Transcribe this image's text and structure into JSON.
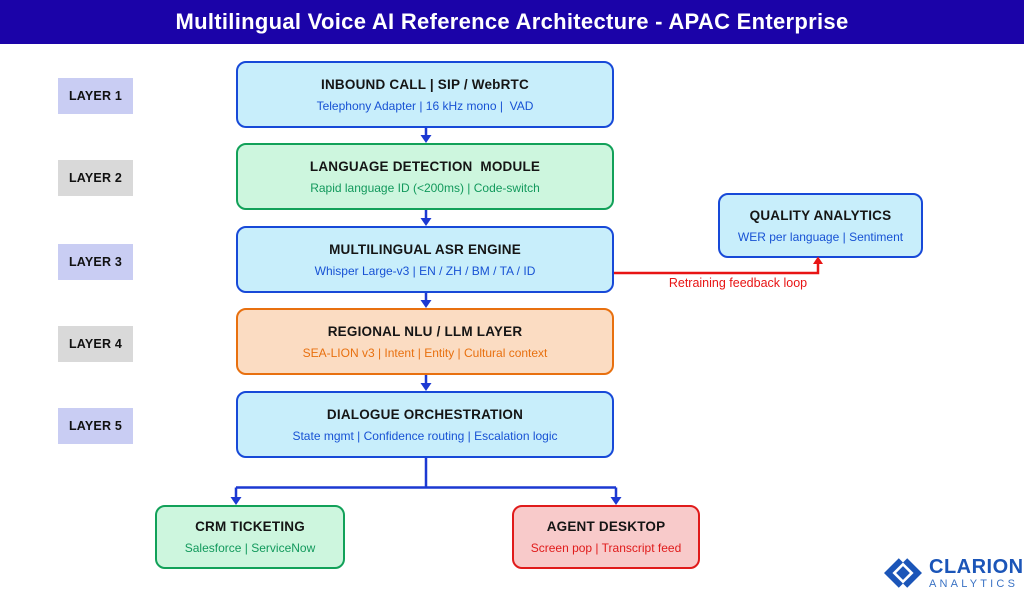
{
  "header": {
    "title": "Multilingual Voice AI Reference Architecture - APAC Enterprise"
  },
  "layers": [
    {
      "label": "LAYER 1"
    },
    {
      "label": "LAYER 2"
    },
    {
      "label": "LAYER 3"
    },
    {
      "label": "LAYER 4"
    },
    {
      "label": "LAYER 5"
    }
  ],
  "pipeline": [
    {
      "title": "INBOUND CALL | SIP / WebRTC",
      "subtitle": "Telephony Adapter | 16 kHz mono |  VAD",
      "color": "blue"
    },
    {
      "title": "LANGUAGE DETECTION  MODULE",
      "subtitle": "Rapid language ID (<200ms) | Code-switch",
      "color": "green"
    },
    {
      "title": "MULTILINGUAL ASR ENGINE",
      "subtitle": "Whisper Large-v3 | EN / ZH / BM / TA / ID",
      "color": "blue"
    },
    {
      "title": "REGIONAL NLU / LLM LAYER",
      "subtitle": "SEA-LION v3 | Intent | Entity | Cultural context",
      "color": "orange"
    },
    {
      "title": "DIALOGUE ORCHESTRATION",
      "subtitle": "State mgmt | Confidence routing | Escalation logic",
      "color": "blue"
    }
  ],
  "quality": {
    "title": "QUALITY ANALYTICS",
    "subtitle": "WER per language | Sentiment"
  },
  "feedback": {
    "label": "Retraining feedback loop"
  },
  "outputs": [
    {
      "title": "CRM TICKETING",
      "subtitle": "Salesforce | ServiceNow",
      "color": "green"
    },
    {
      "title": "AGENT DESKTOP",
      "subtitle": "Screen pop | Transcript feed",
      "color": "red"
    }
  ],
  "logo": {
    "name": "CLARION",
    "sub": "ANALYTICS"
  },
  "colors": {
    "header_bg": "#1b03a8",
    "blue_fill": "#c8eefb",
    "blue_border": "#1749d8",
    "blue_text": "#1752d4",
    "green_fill": "#cdf6de",
    "green_border": "#12a159",
    "green_text": "#12995c",
    "orange_fill": "#fbdcc2",
    "orange_border": "#e8700f",
    "orange_text": "#e8700f",
    "red_fill": "#f8caca",
    "red_border": "#e01b1b",
    "red_text": "#e01b1b",
    "label_lavender": "#c9cdf3",
    "label_gray": "#d9d9d9",
    "arrow_blue": "#1c39d2",
    "arrow_red": "#e81414",
    "logo_blue": "#1b55b8"
  }
}
